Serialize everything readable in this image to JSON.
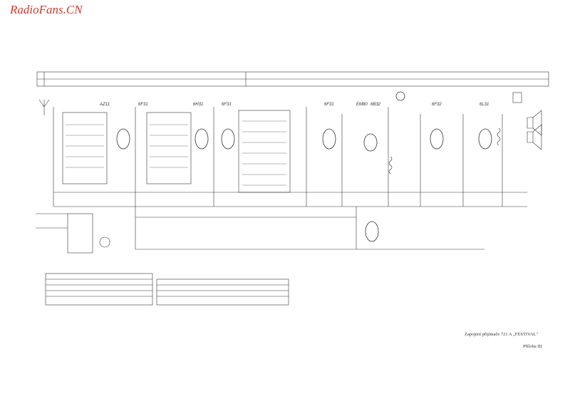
{
  "watermark": "RadioFans.CN",
  "tubes": [
    "AZ11",
    "6F31",
    "6H31",
    "6F31",
    "6F31",
    "EM80",
    "6B32",
    "6F32",
    "6L31"
  ],
  "caption": {
    "title": "Zapojení přijímače 721 A „FESTIVAL\"",
    "appendix": "Příloha III"
  },
  "colors": {
    "ink": "#333333",
    "watermark": "#d23a2a",
    "paper": "#ffffff"
  }
}
